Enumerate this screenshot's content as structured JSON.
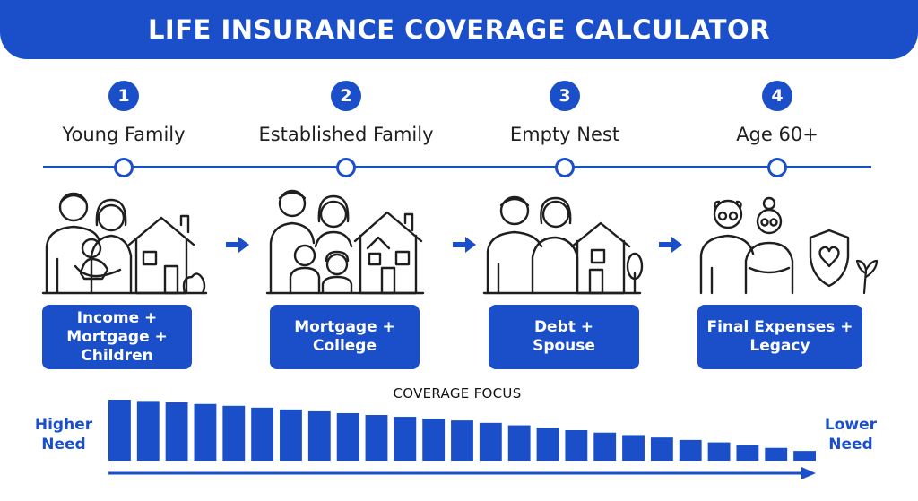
{
  "header": {
    "title": "LIFE INSURANCE COVERAGE CALCULATOR"
  },
  "stages": [
    {
      "number": "1",
      "title": "Young Family",
      "focus": [
        "Income +",
        "Mortgage +",
        "Children"
      ]
    },
    {
      "number": "2",
      "title": "Established Family",
      "focus": [
        "Mortgage +",
        "College"
      ]
    },
    {
      "number": "3",
      "title": "Empty Nest",
      "focus": [
        "Debt +",
        "Spouse"
      ]
    },
    {
      "number": "4",
      "title": "Age 60+",
      "focus": [
        "Final Expenses +",
        "Legacy"
      ]
    }
  ],
  "coverage": {
    "title": "COVERAGE FOCUS",
    "left_label": [
      "Higher",
      "Need"
    ],
    "right_label": [
      "Lower",
      "Need"
    ],
    "bar_levels": [
      1.0,
      0.98,
      0.96,
      0.93,
      0.9,
      0.87,
      0.84,
      0.81,
      0.78,
      0.75,
      0.72,
      0.69,
      0.66,
      0.62,
      0.58,
      0.54,
      0.5,
      0.46,
      0.42,
      0.38,
      0.34,
      0.3,
      0.26,
      0.21,
      0.16
    ]
  },
  "colors": {
    "primary": "#1a4fc9",
    "background": "#ffffff",
    "text": "#1f1f1f"
  },
  "icons": [
    "family-with-baby-icon",
    "house-icon",
    "family-with-kids-icon",
    "couple-icon",
    "elderly-couple-icon",
    "shield-heart-icon",
    "plant-icon",
    "arrow-right-icon"
  ]
}
